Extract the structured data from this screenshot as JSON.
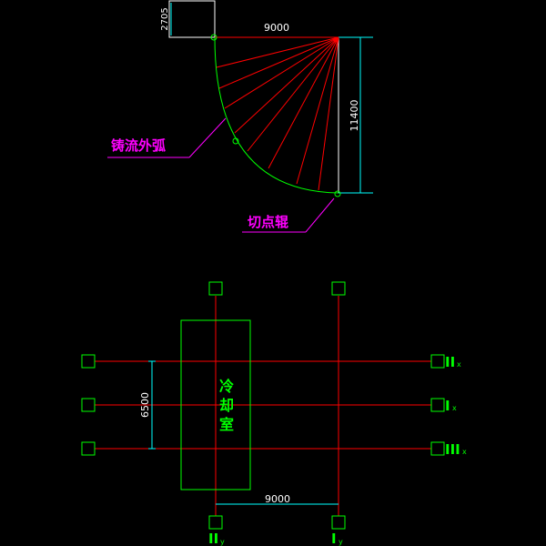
{
  "colors": {
    "background": "#000000",
    "red": "#ff0000",
    "green": "#00ff00",
    "cyan": "#00ffff",
    "magenta": "#ff00ff",
    "white": "#ffffff"
  },
  "top": {
    "dim_width": "9000",
    "dim_height": "11400",
    "dim_small": "2705",
    "label_arc": "铸流外弧",
    "label_tangent": "切点辊"
  },
  "bottom": {
    "cooling_chars": [
      "冷",
      "却",
      "室"
    ],
    "dim_vertical": "6500",
    "dim_horizontal": "9000",
    "axis_right": [
      {
        "roman": "II",
        "sub": "x"
      },
      {
        "roman": "I",
        "sub": "x"
      },
      {
        "roman": "III",
        "sub": "x"
      }
    ],
    "axis_bottom": [
      {
        "roman": "II",
        "sub": "y"
      },
      {
        "roman": "I",
        "sub": "y"
      }
    ]
  }
}
